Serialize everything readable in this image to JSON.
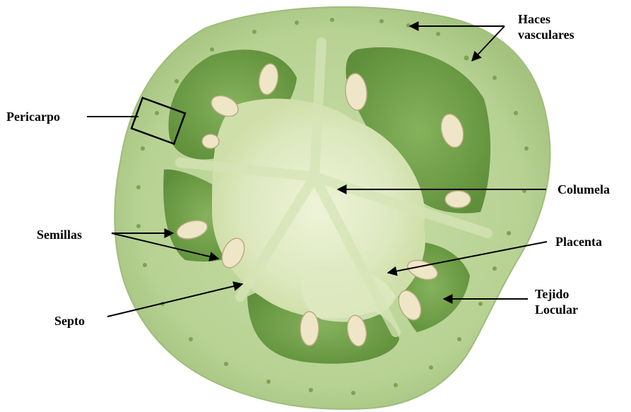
{
  "labels": {
    "haces_line1": "Haces",
    "haces_line2": "vasculares",
    "pericarpo": "Pericarpo",
    "columela": "Columela",
    "semillas": "Semillas",
    "placenta": "Placenta",
    "tejido_line1": "Tejido",
    "tejido_line2": "Locular",
    "septo": "Septo"
  },
  "colors": {
    "pericarp": "#b7d293",
    "pericarp_edge": "#9fbd7c",
    "locule": "#6f9d47",
    "locule_dark": "#5a8a36",
    "columella": "#e3ebc7",
    "placenta": "#dce7bf",
    "seed": "#efe6c8",
    "seed_edge": "#b9ac82",
    "vascular_dot": "#7aa452",
    "ink": "#000000"
  }
}
